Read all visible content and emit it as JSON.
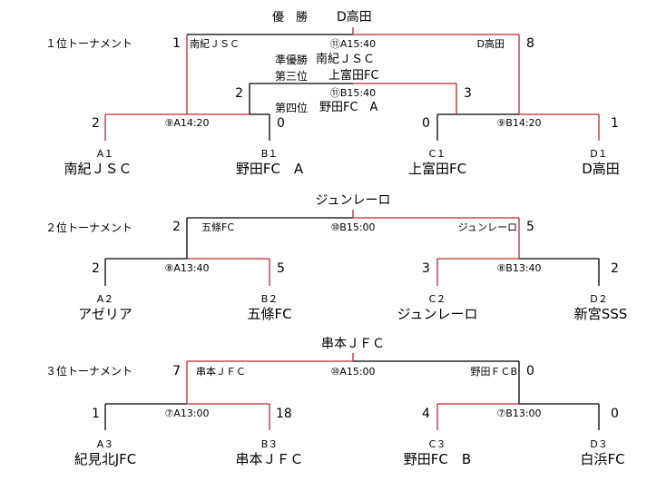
{
  "colors": {
    "winner_line": "#c0282e",
    "loser_line": "#000000"
  },
  "tournament1": {
    "label": "１位トーナメント",
    "champion_label": "優　勝",
    "champion": "D高田",
    "runner_up_label": "準優勝",
    "runner_up": "南紀ＪＳＣ",
    "third_label": "第三位",
    "third": "上富田FC",
    "fourth_label": "第四位",
    "fourth": "野田FC　A",
    "final": {
      "left_score": "1",
      "right_score": "8",
      "left_team": "南紀ＪＳＣ",
      "right_team": "D高田",
      "match": "⑪A15:40"
    },
    "third_place": {
      "left_score": "2",
      "right_score": "3",
      "match": "⑪B15:40"
    },
    "semi_a": {
      "left_score": "2",
      "right_score": "0",
      "match": "⑨A14:20"
    },
    "semi_b": {
      "left_score": "0",
      "right_score": "1",
      "match": "⑨B14:20"
    },
    "teams": [
      {
        "seed": "A１",
        "name": "南紀ＪＳＣ"
      },
      {
        "seed": "B１",
        "name": "野田FC　A"
      },
      {
        "seed": "C１",
        "name": "上富田FC"
      },
      {
        "seed": "D１",
        "name": "D高田"
      }
    ]
  },
  "tournament2": {
    "label": "２位トーナメント",
    "winner": "ジュンレーロ",
    "final": {
      "left_score": "2",
      "right_score": "5",
      "left_team": "五條FC",
      "right_team": "ジュンレーロ",
      "match": "⑩B15:00"
    },
    "semi_a": {
      "left_score": "2",
      "right_score": "5",
      "match": "⑧A13:40"
    },
    "semi_b": {
      "left_score": "3",
      "right_score": "2",
      "match": "⑧B13:40"
    },
    "teams": [
      {
        "seed": "A２",
        "name": "アゼリア"
      },
      {
        "seed": "B２",
        "name": "五條FC"
      },
      {
        "seed": "C２",
        "name": "ジュンレーロ"
      },
      {
        "seed": "D２",
        "name": "新宮SSS"
      }
    ]
  },
  "tournament3": {
    "label": "３位トーナメント",
    "winner": "串本ＪＦＣ",
    "final": {
      "left_score": "7",
      "right_score": "0",
      "left_team": "串本ＪＦＣ",
      "right_team": "野田ＦＣB",
      "match": "⑩A15:00"
    },
    "semi_a": {
      "left_score": "1",
      "right_score": "18",
      "match": "⑦A13:00"
    },
    "semi_b": {
      "left_score": "4",
      "right_score": "0",
      "match": "⑦B13:00"
    },
    "teams": [
      {
        "seed": "A３",
        "name": "紀見北JFC"
      },
      {
        "seed": "B３",
        "name": "串本ＪＦＣ"
      },
      {
        "seed": "C３",
        "name": "野田FC　B"
      },
      {
        "seed": "D３",
        "name": "白浜FC"
      }
    ]
  }
}
